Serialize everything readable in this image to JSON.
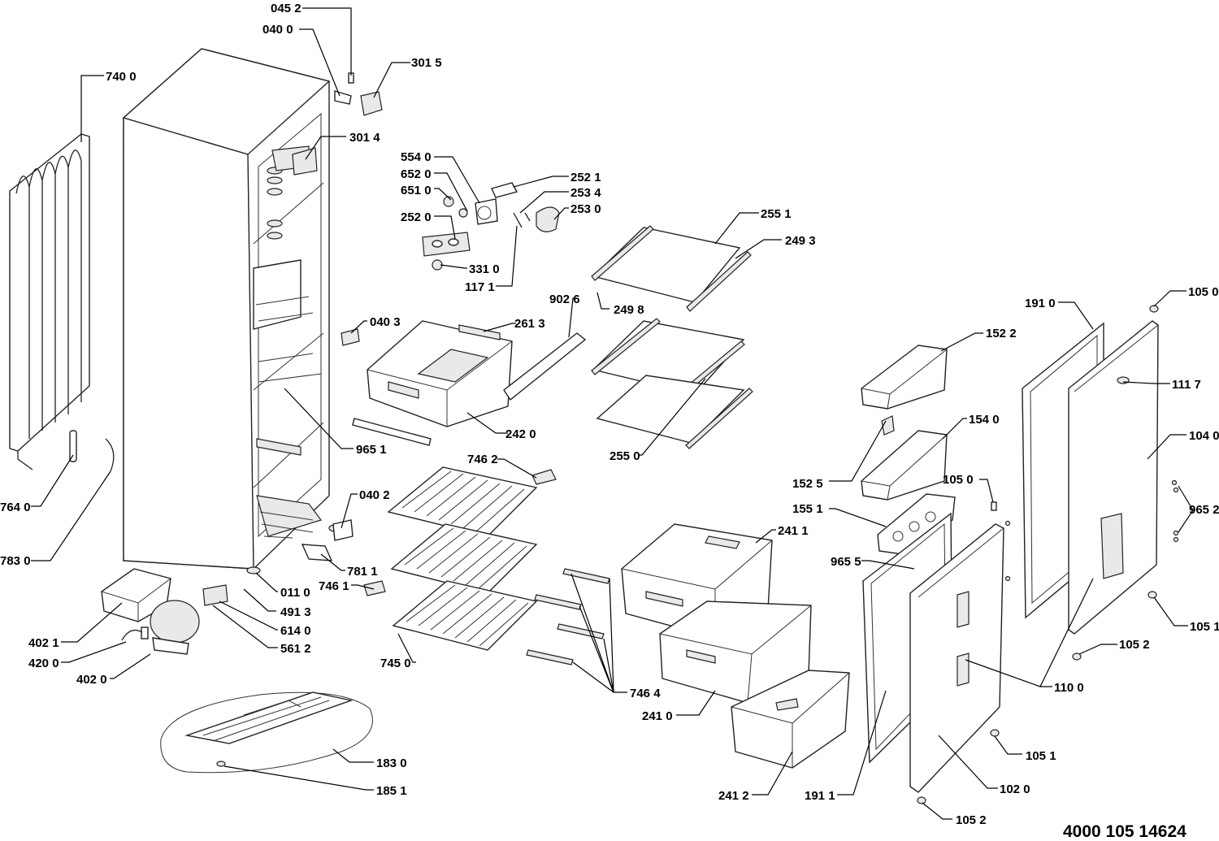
{
  "document_number": "4000 105 14624",
  "callouts": [
    {
      "id": "c-0452",
      "text": "045 2"
    },
    {
      "id": "c-0400",
      "text": "040 0"
    },
    {
      "id": "c-3015",
      "text": "301 5"
    },
    {
      "id": "c-7400",
      "text": "740 0"
    },
    {
      "id": "c-3014",
      "text": "301 4"
    },
    {
      "id": "c-5540",
      "text": "554 0"
    },
    {
      "id": "c-6520",
      "text": "652 0"
    },
    {
      "id": "c-6510",
      "text": "651 0"
    },
    {
      "id": "c-2520",
      "text": "252 0"
    },
    {
      "id": "c-2521",
      "text": "252 1"
    },
    {
      "id": "c-2534",
      "text": "253 4"
    },
    {
      "id": "c-2530",
      "text": "253 0"
    },
    {
      "id": "c-3310",
      "text": "331 0"
    },
    {
      "id": "c-1171",
      "text": "117 1"
    },
    {
      "id": "c-2551",
      "text": "255 1"
    },
    {
      "id": "c-2493",
      "text": "249 3"
    },
    {
      "id": "c-2498",
      "text": "249 8"
    },
    {
      "id": "c-9026",
      "text": "902 6"
    },
    {
      "id": "c-0403",
      "text": "040 3"
    },
    {
      "id": "c-2613",
      "text": "261 3"
    },
    {
      "id": "c-2420",
      "text": "242 0"
    },
    {
      "id": "c-9651",
      "text": "965 1"
    },
    {
      "id": "c-2550",
      "text": "255 0"
    },
    {
      "id": "c-1910",
      "text": "191 0"
    },
    {
      "id": "c-1050a",
      "text": "105 0"
    },
    {
      "id": "c-1522",
      "text": "152 2"
    },
    {
      "id": "c-1117",
      "text": "111 7"
    },
    {
      "id": "c-1540",
      "text": "154 0"
    },
    {
      "id": "c-1040",
      "text": "104 0"
    },
    {
      "id": "c-1525",
      "text": "152 5"
    },
    {
      "id": "c-1050b",
      "text": "105 0"
    },
    {
      "id": "c-9652",
      "text": "965 2"
    },
    {
      "id": "c-1551",
      "text": "155 1"
    },
    {
      "id": "c-7462",
      "text": "746 2"
    },
    {
      "id": "c-0402",
      "text": "040 2"
    },
    {
      "id": "c-7640",
      "text": "764 0"
    },
    {
      "id": "c-2411",
      "text": "241 1"
    },
    {
      "id": "c-9655",
      "text": "965 5"
    },
    {
      "id": "c-7830",
      "text": "783 0"
    },
    {
      "id": "c-7811",
      "text": "781 1"
    },
    {
      "id": "c-7461",
      "text": "746 1"
    },
    {
      "id": "c-0110",
      "text": "011 0"
    },
    {
      "id": "c-4913",
      "text": "491 3"
    },
    {
      "id": "c-1051a",
      "text": "105 1"
    },
    {
      "id": "c-6140",
      "text": "614 0"
    },
    {
      "id": "c-4021",
      "text": "402 1"
    },
    {
      "id": "c-1052a",
      "text": "105 2"
    },
    {
      "id": "c-5612",
      "text": "561 2"
    },
    {
      "id": "c-4200",
      "text": "420 0"
    },
    {
      "id": "c-7450",
      "text": "745 0"
    },
    {
      "id": "c-4020",
      "text": "402 0"
    },
    {
      "id": "c-1100",
      "text": "110 0"
    },
    {
      "id": "c-7464",
      "text": "746 4"
    },
    {
      "id": "c-2410",
      "text": "241 0"
    },
    {
      "id": "c-1830",
      "text": "183 0"
    },
    {
      "id": "c-1051b",
      "text": "105 1"
    },
    {
      "id": "c-1851",
      "text": "185 1"
    },
    {
      "id": "c-2412",
      "text": "241 2"
    },
    {
      "id": "c-1911",
      "text": "191 1"
    },
    {
      "id": "c-1020",
      "text": "102 0"
    },
    {
      "id": "c-1052b",
      "text": "105 2"
    }
  ]
}
